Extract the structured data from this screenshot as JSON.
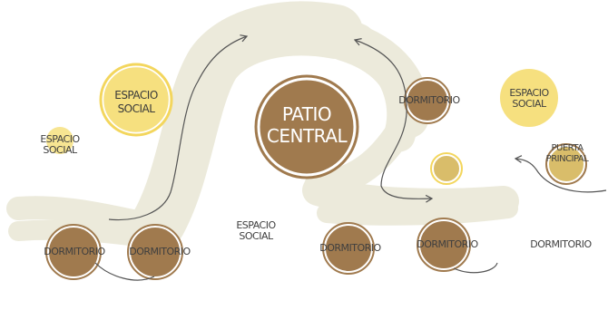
{
  "colors": {
    "brown": "#a07a4e",
    "yellow": "#f6e07f",
    "yellow_ring": "#f3d65d",
    "khaki": "#d9bd6a",
    "green_wash": "#c9c59a",
    "arrow": "#555555"
  },
  "labels": {
    "patio_line1": "PATIO",
    "patio_line2": "CENTRAL",
    "social_big_line1": "ESPACIO",
    "social_big_line2": "SOCIAL",
    "social_small_line1": "ESPACIO",
    "social_small_line2": "SOCIAL",
    "social_right_line1": "ESPACIO",
    "social_right_line2": "SOCIAL",
    "social_mid_line1": "ESPACIO",
    "social_mid_line2": "SOCIAL",
    "dorm_top": "DORMITORIO",
    "dorm_left_a": "DORMITORIO",
    "dorm_left_b": "DORMITORIO",
    "dorm_right_a": "DORMITORIO",
    "dorm_right_b": "DORMITORIO",
    "dorm_far_right": "DORMITORIO",
    "entrance_line1": "PUERTA",
    "entrance_line2": "PRINCIPAL"
  }
}
